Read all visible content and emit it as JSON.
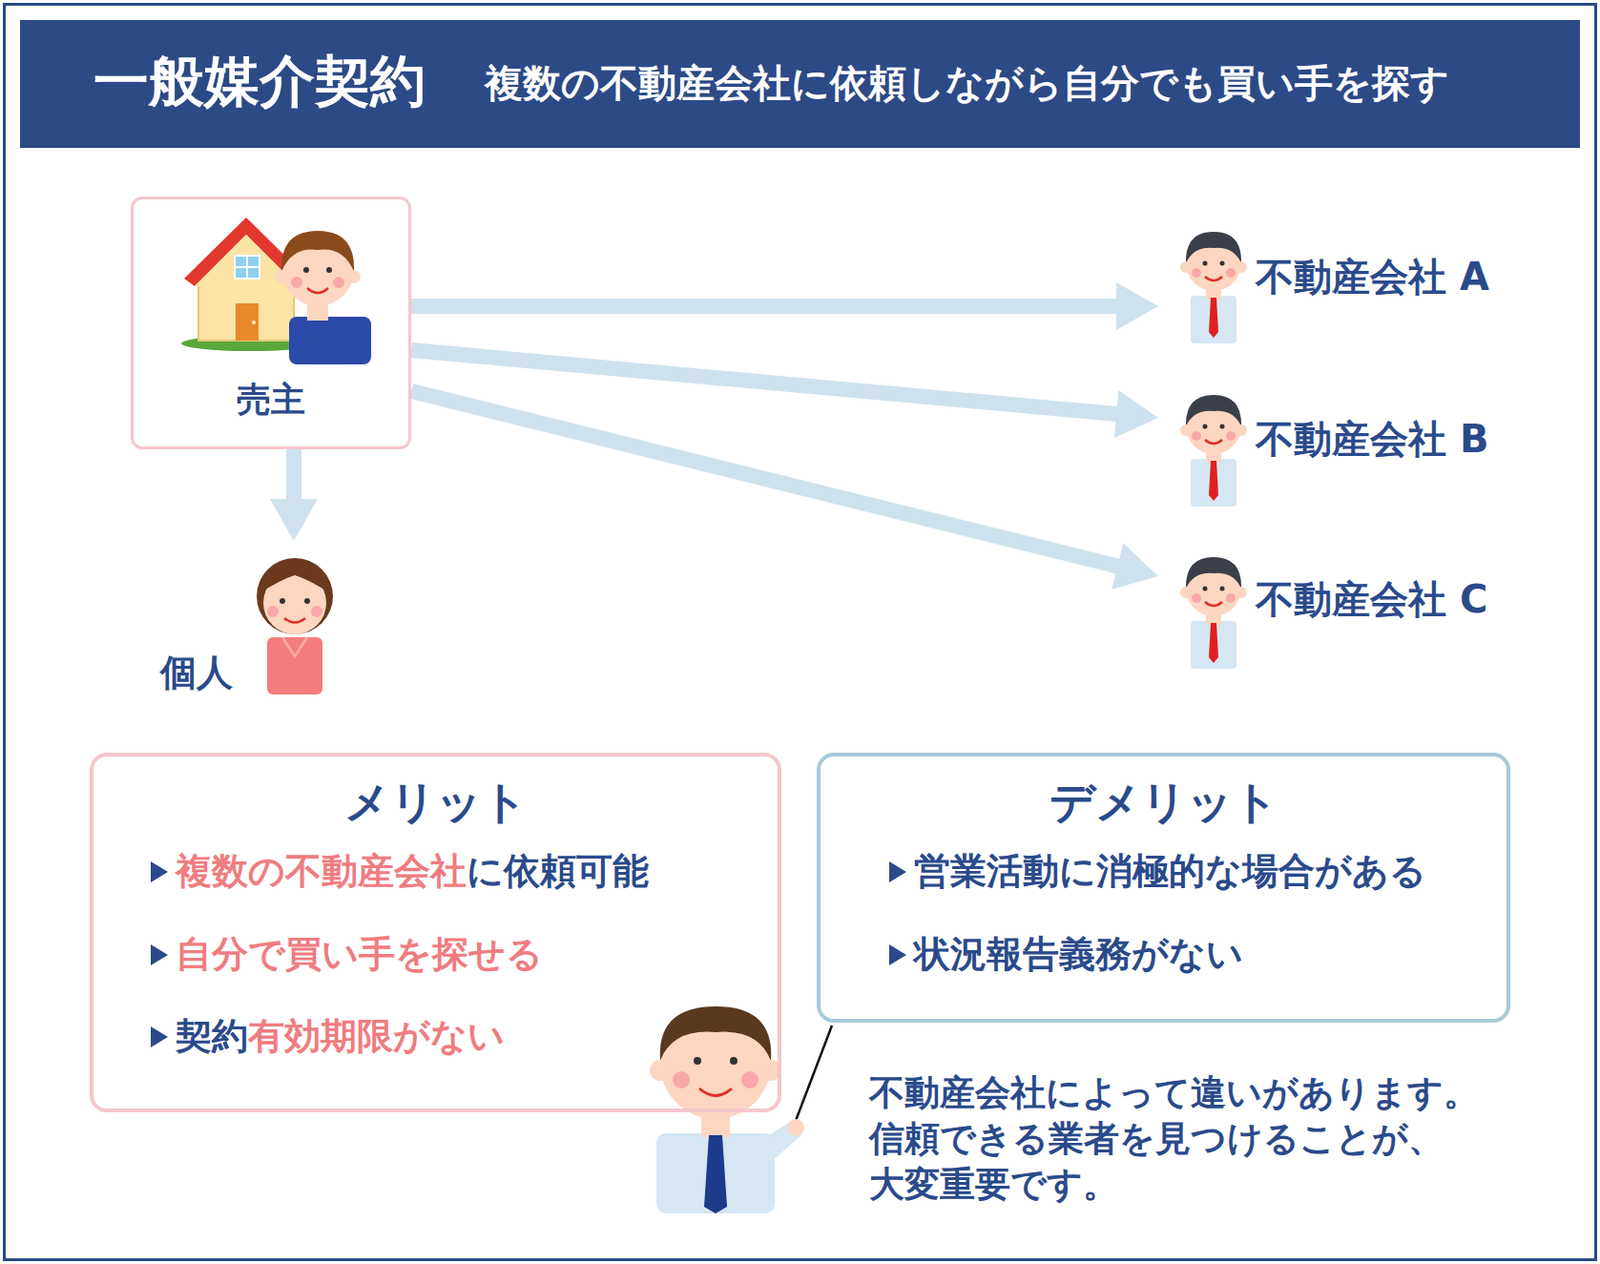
{
  "diagram": {
    "title": "一般媒介契約",
    "nodes": [
      {
        "text": [
          "売主"
        ]
      },
      {
        "text": [
          "不動産会社 A"
        ]
      },
      {
        "text": [
          "不動産会社 B"
        ]
      },
      {
        "text": [
          "不動産会社 C"
        ]
      },
      {
        "text": [
          "個人"
        ]
      },
      {
        "text": [
          "メリット",
          "複数の不動産会社",
          "に依頼可能",
          "自分で買い手を探せる",
          "契約",
          "有効期限がない"
        ]
      },
      {
        "text": [
          "デメリット",
          "営業活動に消極的な場合がある",
          "状況報告義務がない"
        ]
      }
    ],
    "edges": [
      {
        "from": 0,
        "to": 1,
        "arrow": "to"
      },
      {
        "from": 0,
        "to": 2,
        "arrow": "to"
      },
      {
        "from": 0,
        "to": 3,
        "arrow": "to"
      },
      {
        "from": 0,
        "to": 4,
        "arrow": "to"
      }
    ],
    "labels": [
      "複数の不動産会社に依頼しながら自分でも買い手を探す",
      "不動産会社によって違いがあります。 信頼できる業者を見つけることが、 大変重要です。"
    ]
  }
}
